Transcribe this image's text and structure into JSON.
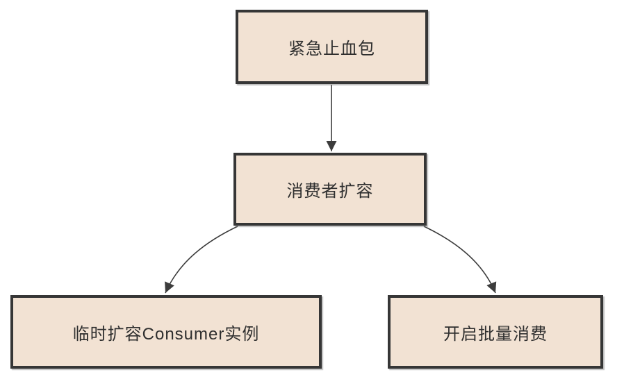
{
  "diagram": {
    "type": "flowchart",
    "nodes": [
      {
        "id": "emergency-kit",
        "label": "紧急止血包"
      },
      {
        "id": "consumer-scale",
        "label": "消费者扩容"
      },
      {
        "id": "scale-instances",
        "label": "临时扩容Consumer实例"
      },
      {
        "id": "batch-consume",
        "label": "开启批量消费"
      }
    ],
    "edges": [
      {
        "from": "emergency-kit",
        "to": "consumer-scale"
      },
      {
        "from": "consumer-scale",
        "to": "scale-instances"
      },
      {
        "from": "consumer-scale",
        "to": "batch-consume"
      }
    ],
    "colors": {
      "background": "#ffffff",
      "node_fill": "#f2e2d3",
      "node_border": "#363636",
      "arrow": "#3c3c3c",
      "text": "#2f2f2f"
    }
  }
}
